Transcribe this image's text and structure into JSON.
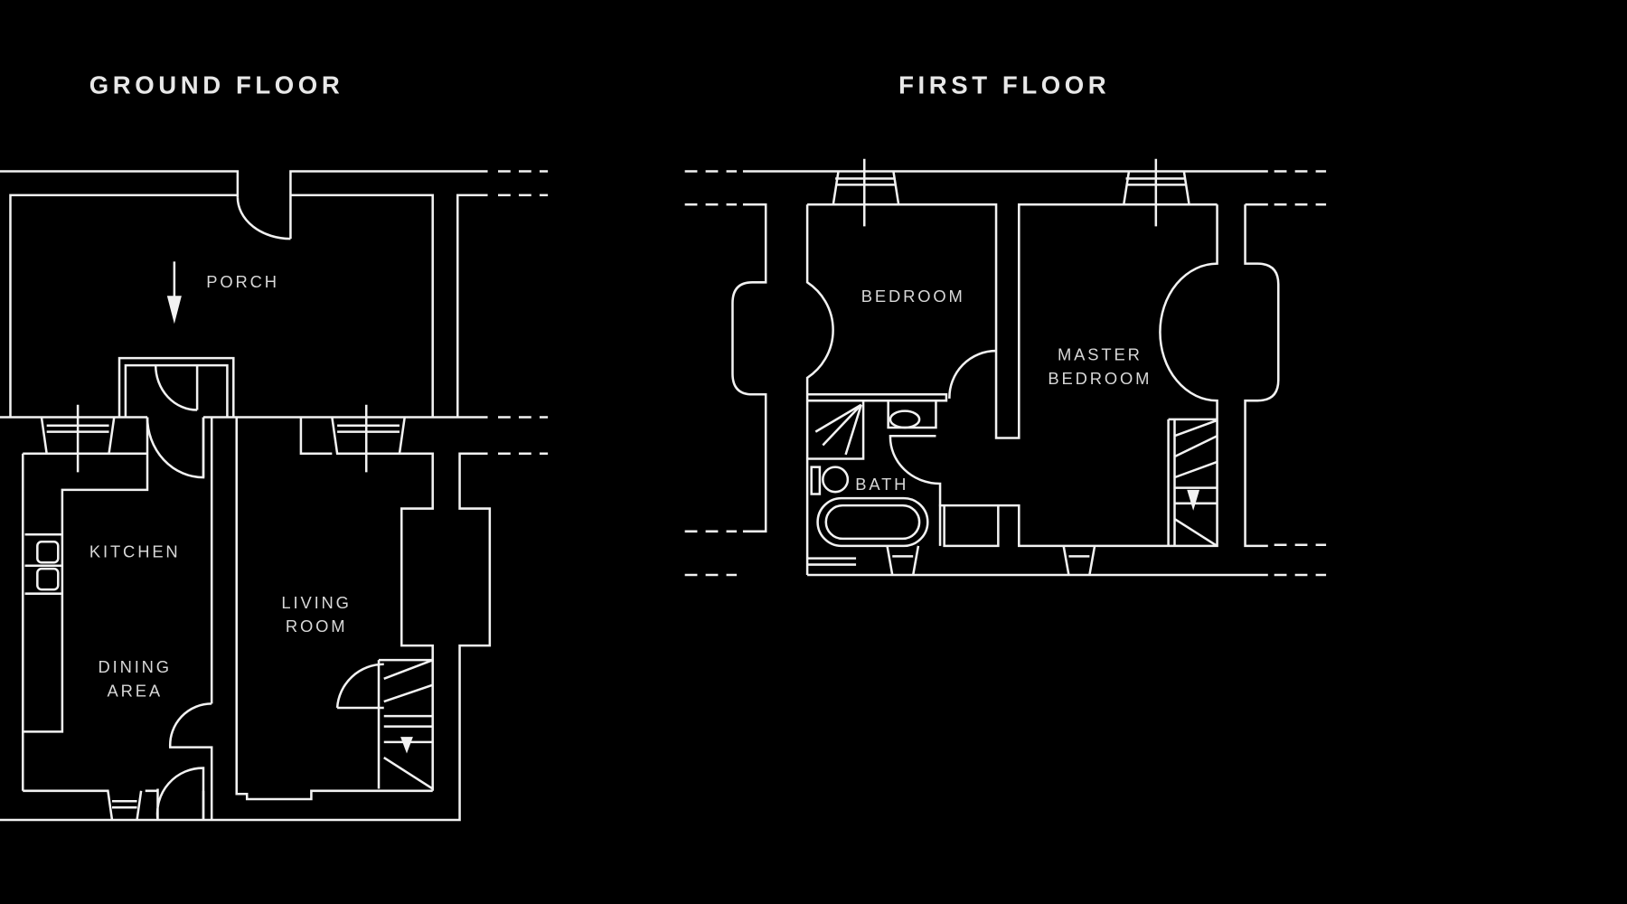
{
  "plans": {
    "ground": {
      "title": "GROUND FLOOR",
      "rooms": {
        "porch": "PORCH",
        "kitchen": "KITCHEN",
        "dining_1": "DINING",
        "dining_2": "AREA",
        "living_1": "LIVING",
        "living_2": "ROOM"
      }
    },
    "first": {
      "title": "FIRST FLOOR",
      "rooms": {
        "bedroom": "BEDROOM",
        "master_1": "MASTER",
        "master_2": "BEDROOM",
        "bath": "BATH"
      }
    }
  },
  "colors": {
    "background": "#000000",
    "lines": "#f2f2f2"
  }
}
